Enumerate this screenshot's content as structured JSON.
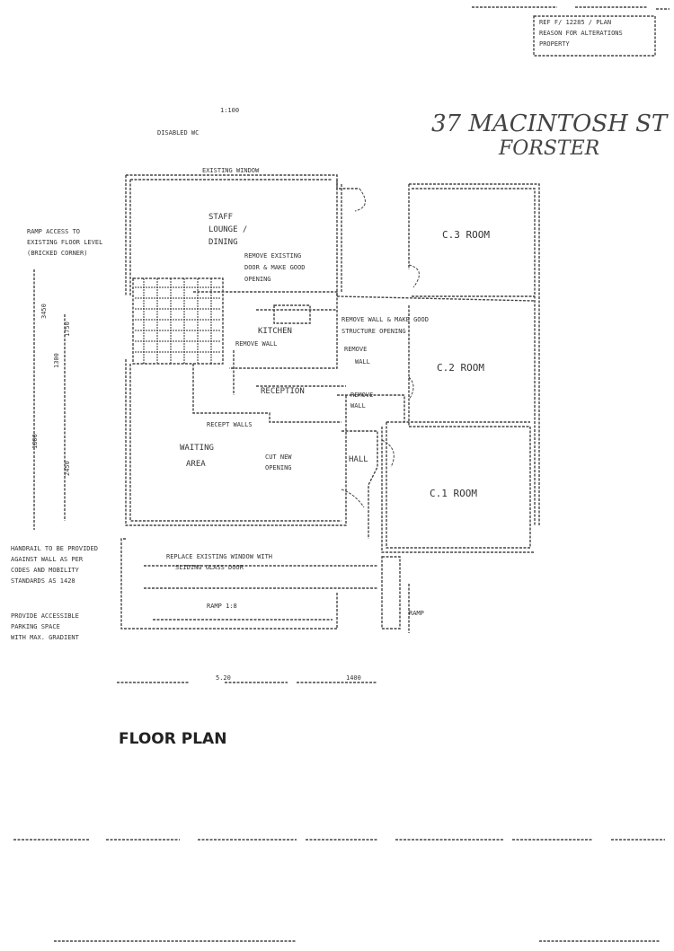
{
  "stamp": {
    "lines": [
      "REF F/ 12285 / PLAN",
      "REASON FOR ALTERATIONS",
      "PROPERTY"
    ]
  },
  "address": {
    "line1": "37 MACINTOSH ST",
    "line2": "FORSTER"
  },
  "scale_note": {
    "value": "1:100",
    "caption": "DISABLED WC"
  },
  "labels": {
    "window_top": "EXISTING WINDOW",
    "staff": "STAFF",
    "lounge": "LOUNGE /",
    "dining": "DINING",
    "remove_existing": "REMOVE EXISTING",
    "door_frame": "DOOR & MAKE GOOD",
    "opening": "OPENING",
    "kitchen": "KITCHEN",
    "remove_wall_left": "REMOVE WALL",
    "remove_wall_right": "REMOVE WALL & MAKE GOOD",
    "remove_wall_right2": "STRUCTURE OPENING",
    "remove": "REMOVE",
    "wall": "WALL",
    "reception": "RECEPTION",
    "remove_small": "REMOVE",
    "wall_small": "WALL",
    "reception_walls": "RECEPT WALLS",
    "waiting": "WAITING",
    "area": "AREA",
    "cut_new": "CUT NEW",
    "opening2": "OPENING",
    "hall": "HALL",
    "c1_room": "C.1 ROOM",
    "c2_room": "C.2 ROOM",
    "c3_room": "C.3 ROOM",
    "replace_existing": "REPLACE EXISTING WINDOW WITH",
    "sliding_glass": "SLIDING GLASS DOOR",
    "ramp": "RAMP 1:8",
    "ramp2": "RAMP",
    "bottom_dim1": "5.20",
    "bottom_dim2": "1400",
    "floor_plan": "FLOOR PLAN"
  },
  "left_notes": {
    "ramp_note": [
      "RAMP ACCESS TO",
      "EXISTING FLOOR LEVEL",
      "(BRICKED CORNER)"
    ],
    "handrail_note": [
      "HANDRAIL TO BE PROVIDED",
      "AGAINST WALL AS PER",
      "CODES AND MOBILITY",
      "STANDARDS AS 1428"
    ],
    "accessible_note": [
      "PROVIDE ACCESSIBLE",
      "PARKING SPACE",
      "WITH MAX. GRADIENT"
    ],
    "vertical_dims": [
      "3450",
      "1300",
      "1750",
      "2450",
      "1800"
    ]
  }
}
